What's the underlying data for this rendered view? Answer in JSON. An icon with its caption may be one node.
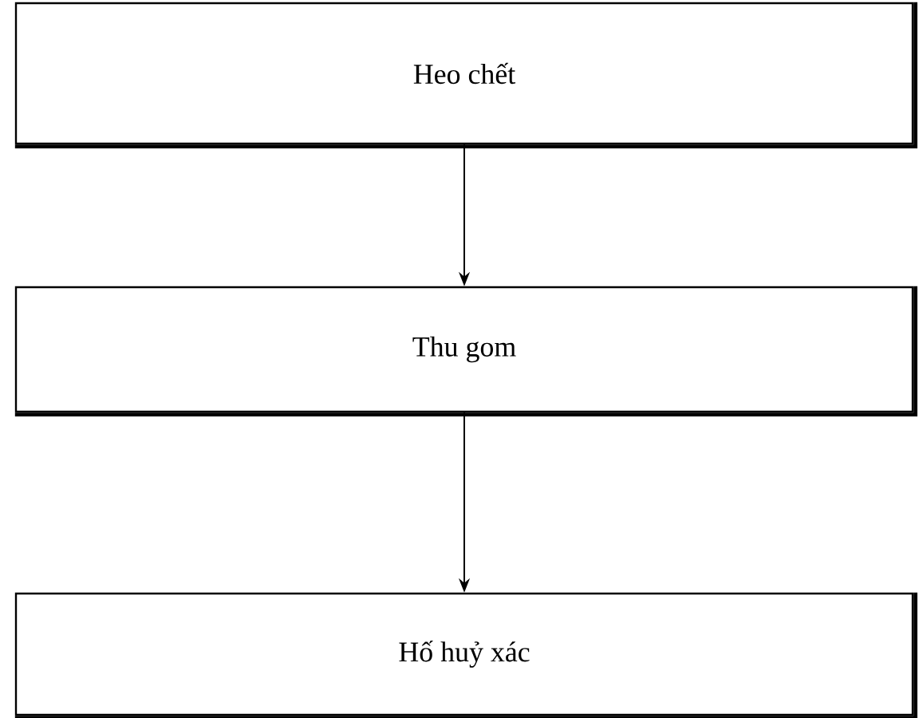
{
  "diagram": {
    "nodes": [
      {
        "text": [
          "Heo chết"
        ]
      },
      {
        "text": [
          "Thu gom"
        ]
      },
      {
        "text": [
          "Hố huỷ xác"
        ]
      }
    ],
    "edges": [
      {
        "from": 0,
        "to": 1,
        "arrow": "to"
      },
      {
        "from": 1,
        "to": 2,
        "arrow": "to"
      }
    ]
  }
}
